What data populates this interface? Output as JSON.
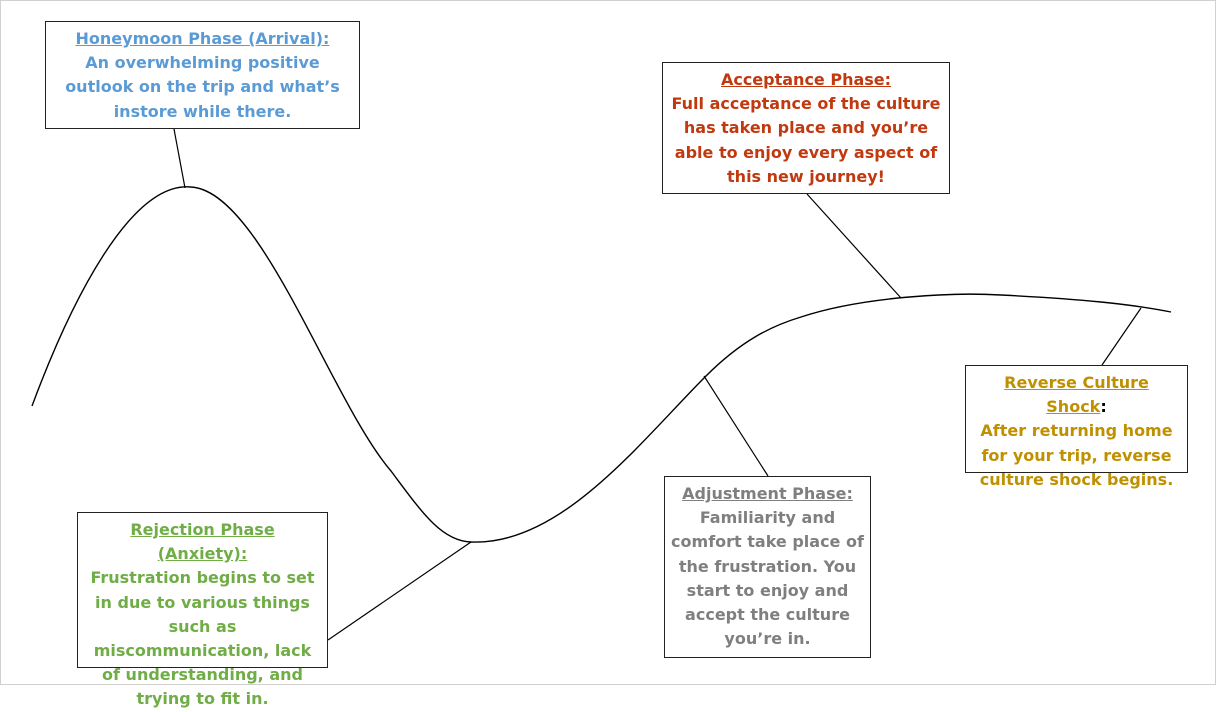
{
  "colors": {
    "honeymoon": "#5b9bd5",
    "acceptance": "#c0390f",
    "rejection": "#70ad47",
    "adjustment": "#7f7f7f",
    "reverse": "#bf9000",
    "curve": "#000000"
  },
  "phases": {
    "honeymoon": {
      "title": "Honeymoon Phase (Arrival):",
      "description": "An overwhelming positive outlook on the trip and what’s instore while there."
    },
    "acceptance": {
      "title": "Acceptance Phase:",
      "description": "Full acceptance of the culture has taken place and you’re able to enjoy every aspect of this new journey!"
    },
    "rejection": {
      "title": "Rejection Phase (Anxiety):",
      "description": "Frustration begins to set in due to various things such as miscommunication, lack of understanding, and trying to fit in."
    },
    "adjustment": {
      "title": "Adjustment Phase:",
      "description": "Familiarity and comfort take place of the frustration. You start to enjoy and accept the culture you’re in."
    },
    "reverse": {
      "title": "Reverse Culture Shock",
      "suffix": ":",
      "description": "After returning home for your trip, reverse culture shock begins."
    }
  }
}
